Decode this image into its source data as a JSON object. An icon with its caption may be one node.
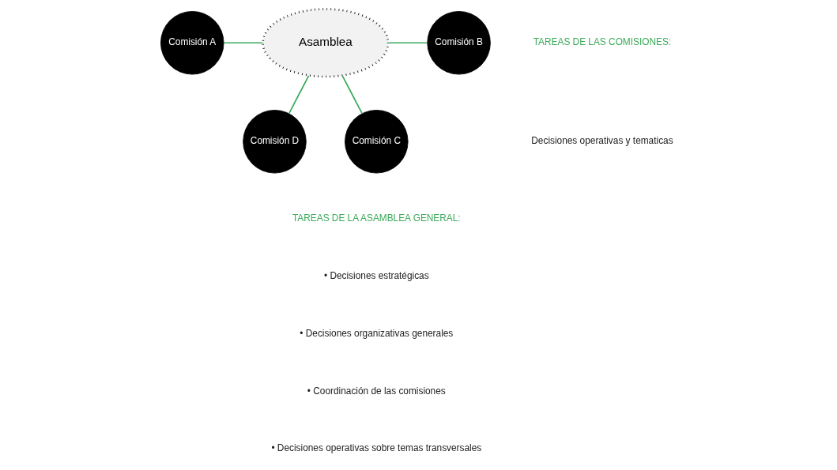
{
  "diagram": {
    "nodes": [
      {
        "text": [
          "Comisión A"
        ]
      },
      {
        "text": [
          "Asamblea"
        ]
      },
      {
        "text": [
          "Comisión B"
        ]
      },
      {
        "text": [
          "Comisión D"
        ]
      },
      {
        "text": [
          "Comisión C"
        ]
      }
    ],
    "edges": [
      {
        "from": 0,
        "to": 1,
        "arrow": "none"
      },
      {
        "from": 1,
        "to": 2,
        "arrow": "none"
      },
      {
        "from": 1,
        "to": 3,
        "arrow": "none"
      },
      {
        "from": 1,
        "to": 4,
        "arrow": "none"
      }
    ],
    "labels": [
      "TAREAS DE LAS COMISIONES:",
      "Decisiones operativas y tematicas",
      "TAREAS DE LA ASAMBLEA GENERAL:",
      "• Decisiones estratégicas",
      "• Decisiones organizativas generales",
      "• Coordinación de las comisiones",
      "• Decisiones operativas sobre temas transversales"
    ]
  }
}
